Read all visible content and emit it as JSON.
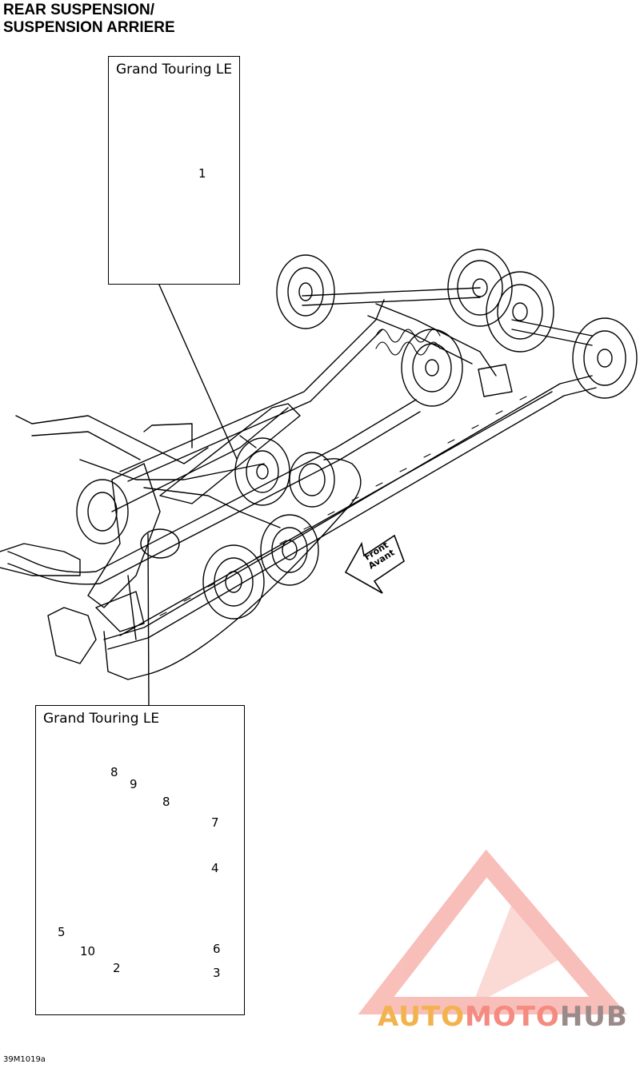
{
  "header": {
    "title_line1": "REAR SUSPENSION/",
    "title_line2": "SUSPENSION ARRIERE"
  },
  "top_box": {
    "label": "Grand Touring LE",
    "callouts": [
      "1"
    ]
  },
  "bottom_box": {
    "label": "Grand Touring LE",
    "callouts": [
      "8",
      "9",
      "8",
      "7",
      "4",
      "5",
      "10",
      "2",
      "6",
      "3"
    ]
  },
  "direction": {
    "line1": "Front",
    "line2": "Avant"
  },
  "figure_ref": "39M1019a",
  "watermark": {
    "part1": "AUTO",
    "part2": "MOTO",
    "part3": "HUB",
    "icon": "triangle-logo-icon",
    "colors": {
      "orange": "#f2b24e",
      "red": "#f48a80"
    }
  }
}
